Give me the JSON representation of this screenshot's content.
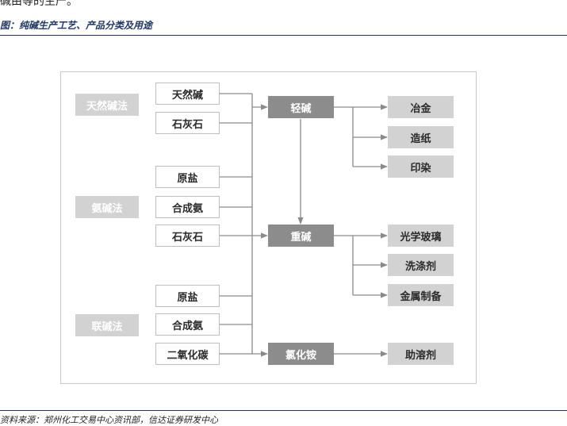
{
  "page": {
    "top_text": "碱由等的生产。",
    "figure_title": "图：纯碱生产工艺、产品分类及用途",
    "source": "资料来源：郑州化工交易中心资讯部，信达证券研发中心"
  },
  "diagram": {
    "methods": [
      "天然碱法",
      "氨碱法",
      "联碱法"
    ],
    "raw_materials": [
      "天然碱",
      "石灰石",
      "原盐",
      "合成氨",
      "石灰石",
      "原盐",
      "合成氨",
      "二氧化碳"
    ],
    "products": [
      "轻碱",
      "重碱",
      "氯化铵"
    ],
    "uses": [
      "冶金",
      "造纸",
      "印染",
      "光学玻璃",
      "洗涤剂",
      "金属制备",
      "助溶剂"
    ]
  }
}
